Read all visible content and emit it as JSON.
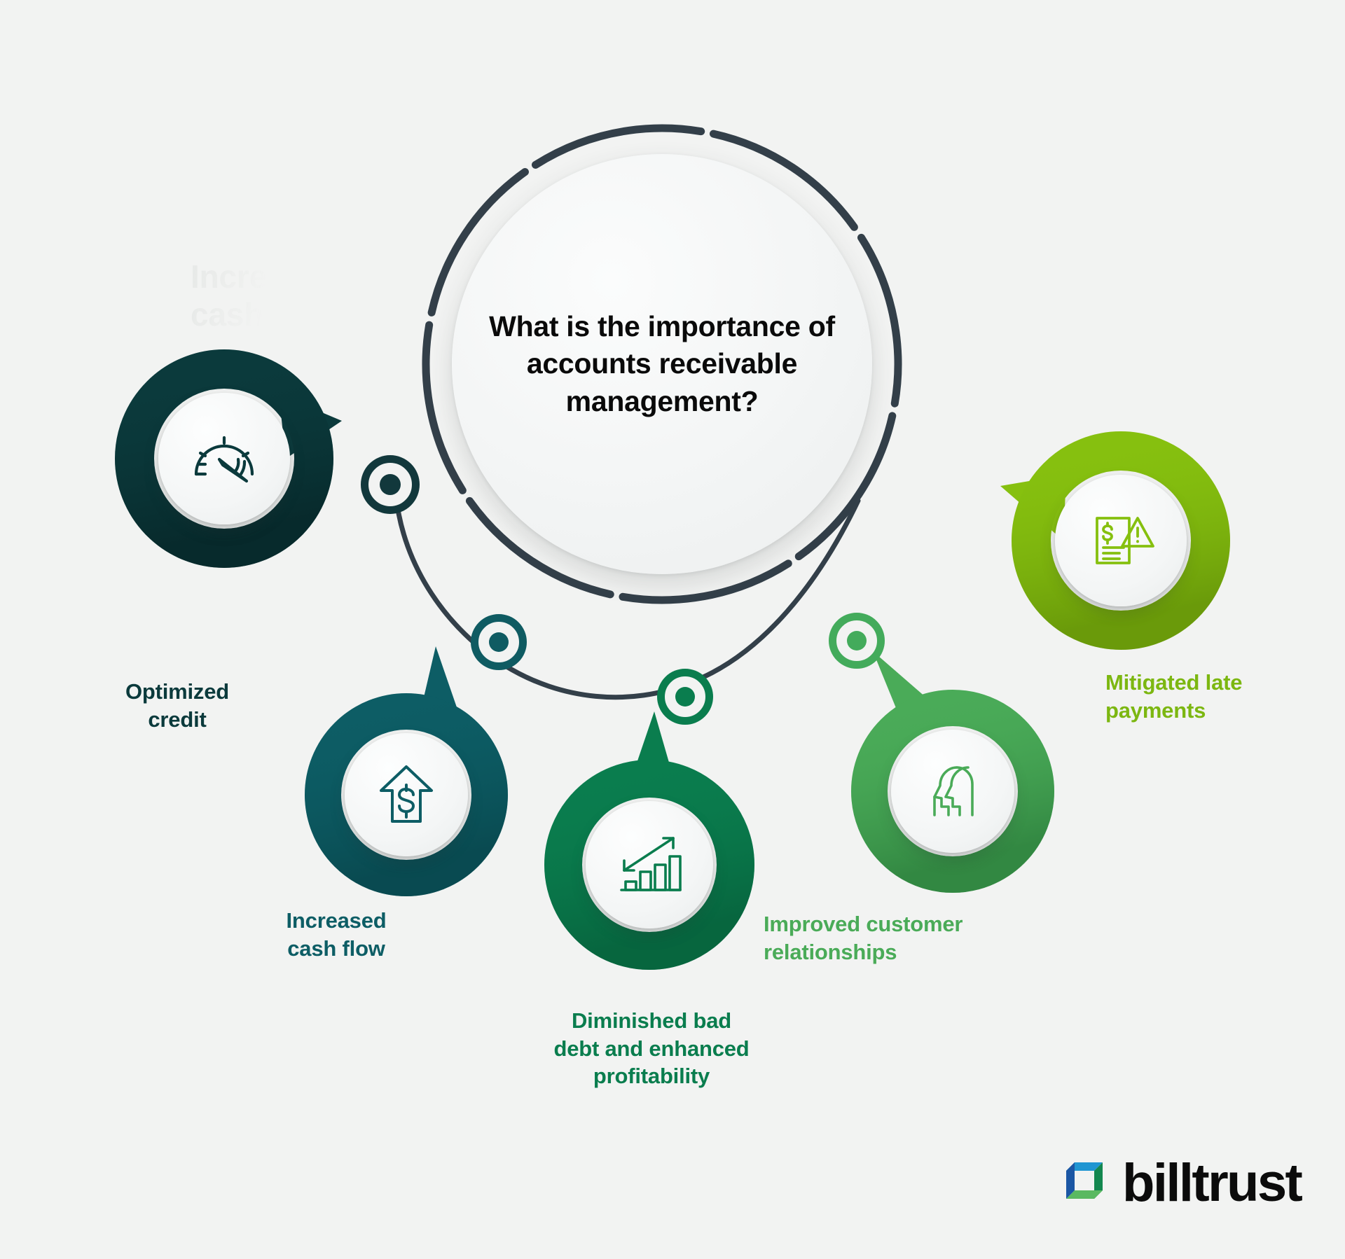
{
  "background_color": "#f2f3f2",
  "watermark": {
    "text": "Incre\ncash fl"
  },
  "hub": {
    "title": "What is the importance of accounts receivable management?",
    "title_color": "#0a0a0a",
    "ring_color": "#333f49",
    "disc_color": "#f1f3f3"
  },
  "nodes": [
    {
      "id": "optimized-credit",
      "label": "Optimized\ncredit",
      "color": "#0b3a3c",
      "label_color": "#0b3a3c",
      "icon": "speedometer-icon"
    },
    {
      "id": "increased-cash-flow",
      "label": "Increased\ncash flow",
      "color": "#0d5d65",
      "label_color": "#0d5d65",
      "icon": "dollar-up-arrow-icon"
    },
    {
      "id": "diminished-bad-debt",
      "label": "Diminished bad\ndebt and enhanced\nprofitability",
      "color": "#0a7d4e",
      "label_color": "#0a7d4e",
      "icon": "growth-bar-chart-icon"
    },
    {
      "id": "improved-customer-relationships",
      "label": "Improved customer\nrelationships",
      "color": "#4aab58",
      "label_color": "#4aab58",
      "icon": "two-heads-icon"
    },
    {
      "id": "mitigated-late-payments",
      "label": "Mitigated late\npayments",
      "color": "#86c00f",
      "label_color": "#7cb711",
      "icon": "invoice-warning-icon"
    }
  ],
  "connector_dots": [
    {
      "id": "dot-optimized-credit",
      "color": "#12383c"
    },
    {
      "id": "dot-increased-cash-flow",
      "color": "#0f5b62"
    },
    {
      "id": "dot-diminished-bad-debt",
      "color": "#0a7d4e"
    },
    {
      "id": "dot-improved-customer-relationships",
      "color": "#43ab5b"
    },
    {
      "id": "dot-mitigated-late-payments",
      "color": "#86c00f"
    }
  ],
  "logo": {
    "text": "billtrust",
    "mark_colors": {
      "top": "#1f95d2",
      "right": "#13874f",
      "bottom": "#5ab961",
      "left": "#1b56a4"
    }
  }
}
